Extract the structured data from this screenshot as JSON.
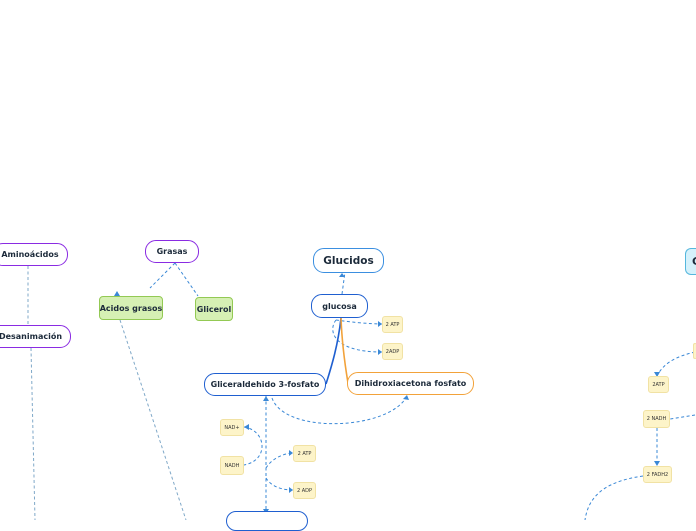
{
  "nodes": {
    "aminoacidos": "Aminoácidos",
    "desanimacion": "Desanimación",
    "grasas": "Grasas",
    "acidos_grasos": "Acidos grasos",
    "glicerol": "Glicerol",
    "glucidos": "Glucidos",
    "glucosa": "glucosa",
    "atp_2_top": "2 ATP",
    "adp_2_top": "2ADP",
    "gliceraldehido": "Gliceraldehido 3-fosfato",
    "dihidroxiacetona": "Dihidroxiacetona fosfato",
    "nad_plus": "NAD+",
    "nadh": "NADH",
    "atp_2_mid": "2 ATP",
    "adp_2_mid": "2 ADP",
    "right_cut_label": "G",
    "atp_right": "2ATP",
    "nadh_2_right": "2 NADH",
    "fadh2_2_right": "2 FADH2"
  },
  "colors": {
    "link_dashed": "#3a88d6",
    "branch_blue": "#1f5fd0",
    "branch_orange": "#f2a23a",
    "link_gray": "#7fa8c8"
  }
}
